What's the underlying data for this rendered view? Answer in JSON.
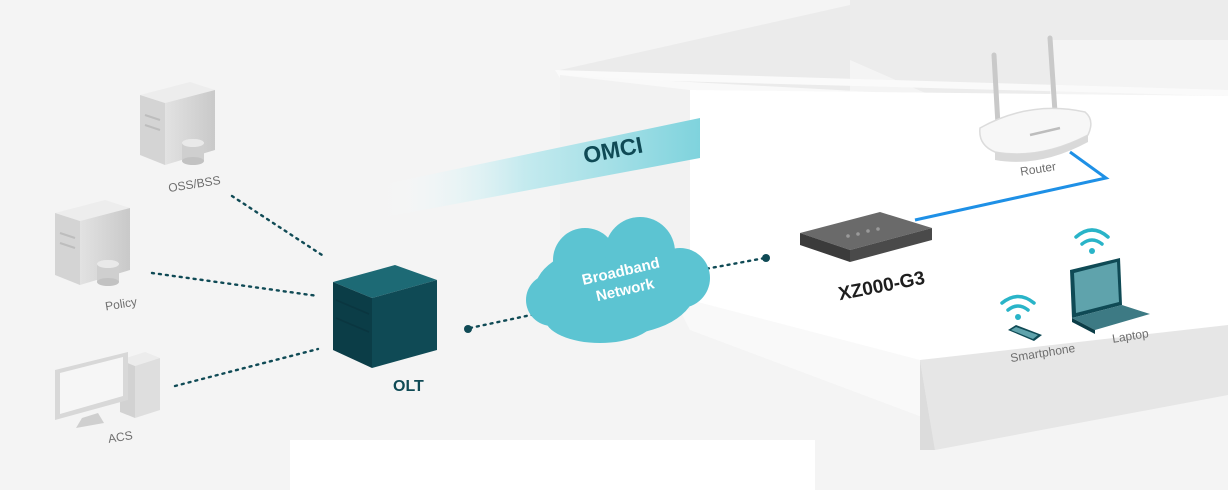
{
  "diagram": {
    "labels": {
      "oss_bss": "OSS/BSS",
      "policy": "Policy",
      "acs": "ACS",
      "olt": "OLT",
      "omci": "OMCI",
      "broadband_line1": "Broadband",
      "broadband_line2": "Network",
      "ont": "XZ000-G3",
      "router": "Router",
      "smartphone": "Smartphone",
      "laptop": "Laptop"
    },
    "colors": {
      "olt": "#0f4a55",
      "cloud": "#5cc4d2",
      "link_blue": "#1e90e6",
      "dotted": "#0f4a55",
      "omci_band": "#9fdde4",
      "wifi": "#29b4c8"
    },
    "icons": [
      "server-icon",
      "desktop-icon",
      "olt-box-icon",
      "cloud-icon",
      "ont-device-icon",
      "router-icon",
      "smartphone-icon",
      "laptop-icon",
      "wifi-icon"
    ]
  }
}
